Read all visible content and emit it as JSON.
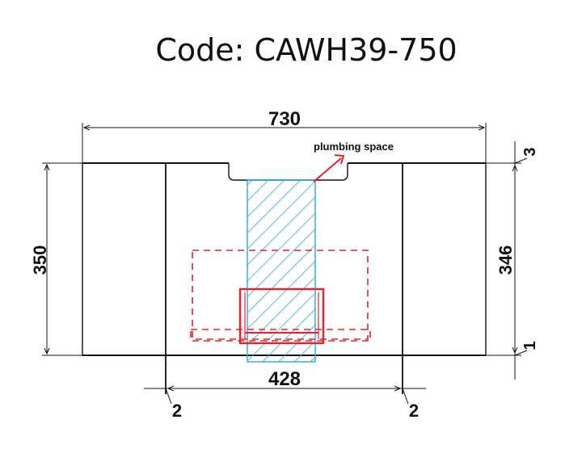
{
  "title": "Code: CAWH39-750",
  "annotation": "plumbing space",
  "dimensions": {
    "overall_width": "730",
    "inner_width": "428",
    "overall_height": "350",
    "inner_height": "346",
    "top_offset": "3",
    "bottom_offset": "1",
    "left_gap": "2",
    "right_gap": "2"
  },
  "colors": {
    "outline": "#111111",
    "plumbing": "#29a9e0",
    "fixture": "#e8202a"
  }
}
